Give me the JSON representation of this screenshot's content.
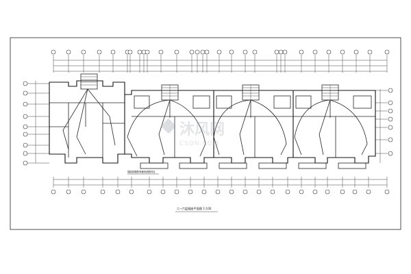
{
  "drawing": {
    "title": "二~六层插座平面图 1:100",
    "note": "插座回路配电箱系统图详见",
    "watermark_main": "沐风网",
    "watermark_sub": "CSDN.COM"
  }
}
